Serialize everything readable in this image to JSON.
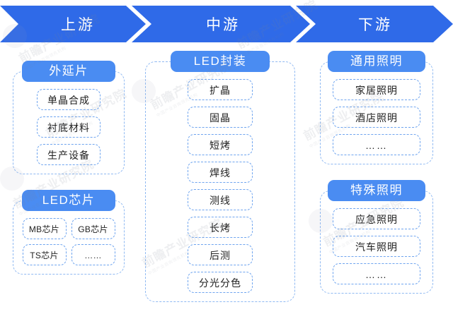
{
  "banner": {
    "stages": [
      {
        "label": "上游"
      },
      {
        "label": "中游"
      },
      {
        "label": "下游"
      }
    ],
    "color": "#2f6ae8"
  },
  "colors": {
    "banner_blue": "#2f6ae8",
    "badge_blue": "#4a8cf2",
    "panel_dash": "#8fb9f2",
    "item_dash": "#6ea4ef",
    "text": "#1f1f1f",
    "background": "#ffffff"
  },
  "columns": {
    "upstream": {
      "groups": [
        {
          "title": "外延片",
          "layout": "list",
          "items": [
            {
              "label": "单晶合成"
            },
            {
              "label": "衬底材料"
            },
            {
              "label": "生产设备"
            }
          ]
        },
        {
          "title": "LED芯片",
          "layout": "grid2",
          "items": [
            {
              "label": "MB芯片"
            },
            {
              "label": "GB芯片"
            },
            {
              "label": "TS芯片"
            },
            {
              "label": "……"
            }
          ]
        }
      ]
    },
    "midstream": {
      "groups": [
        {
          "title": "LED封装",
          "layout": "list",
          "items": [
            {
              "label": "扩晶"
            },
            {
              "label": "固晶"
            },
            {
              "label": "短烤"
            },
            {
              "label": "焊线"
            },
            {
              "label": "测线"
            },
            {
              "label": "长烤"
            },
            {
              "label": "后测"
            },
            {
              "label": "分光分色"
            }
          ]
        }
      ]
    },
    "downstream": {
      "groups": [
        {
          "title": "通用照明",
          "layout": "list",
          "items": [
            {
              "label": "家居照明"
            },
            {
              "label": "酒店照明"
            },
            {
              "label": "……"
            }
          ]
        },
        {
          "title": "特殊照明",
          "layout": "list",
          "items": [
            {
              "label": "应急照明"
            },
            {
              "label": "汽车照明"
            },
            {
              "label": "……"
            }
          ]
        }
      ]
    }
  },
  "watermark": {
    "text": "前瞻产业研究院",
    "subtext": "中国产业咨询领先机构"
  }
}
